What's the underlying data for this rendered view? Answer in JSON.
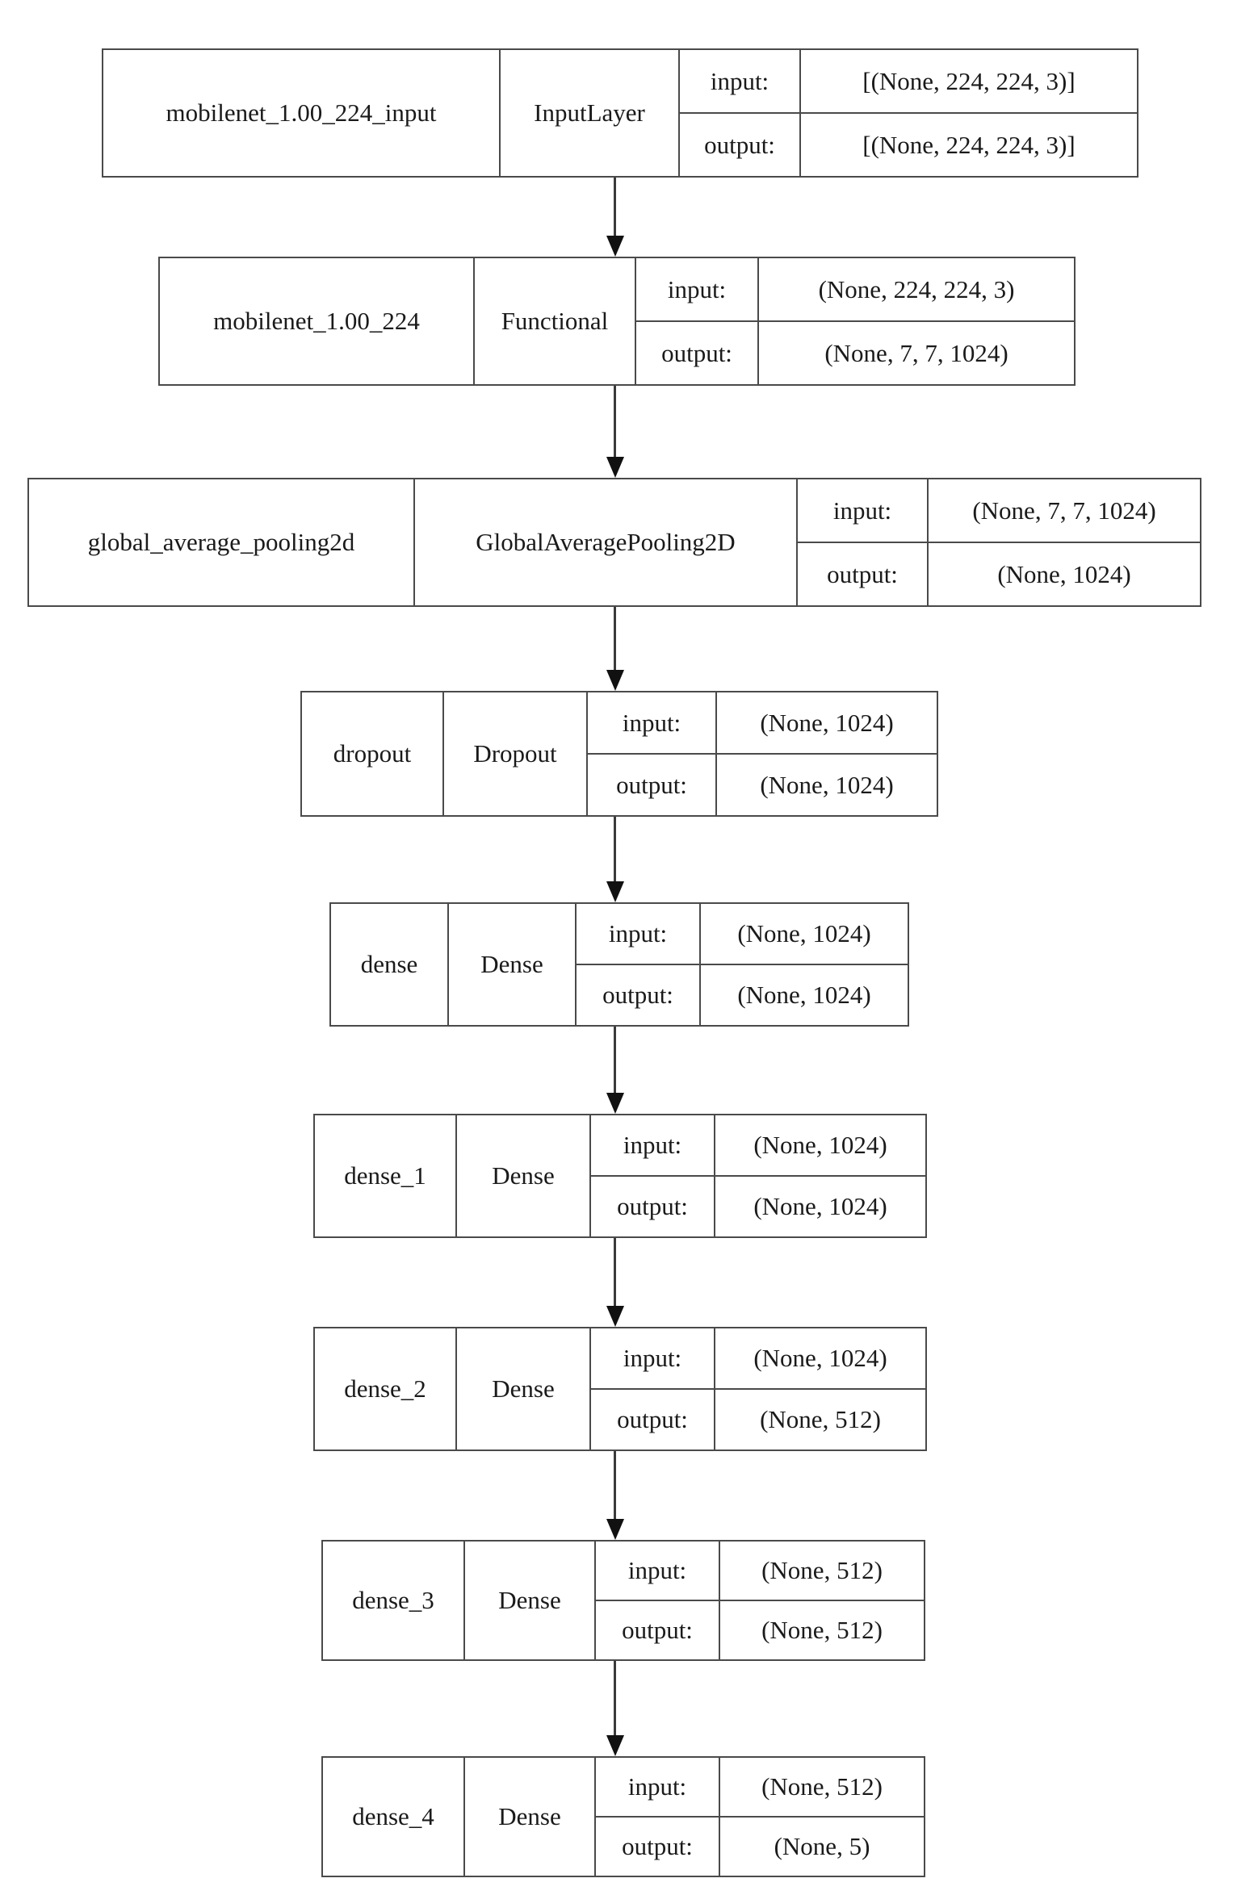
{
  "diagram": {
    "kind": "keras-model-plot",
    "title": "",
    "io_labels": {
      "input": "input:",
      "output": "output:"
    },
    "colors": {
      "border": "#4a4a4a",
      "edge": "#3a3a3a",
      "background": "#ffffff",
      "text": "#1a1a1a"
    },
    "nodes": [
      {
        "id": "mobilenet_1.00_224_input",
        "name": "mobilenet_1.00_224_input",
        "type": "InputLayer",
        "input_shape": "[(None, 224, 224, 3)]",
        "output_shape": "[(None, 224, 224, 3)]"
      },
      {
        "id": "mobilenet_1.00_224",
        "name": "mobilenet_1.00_224",
        "type": "Functional",
        "input_shape": "(None, 224, 224, 3)",
        "output_shape": "(None, 7, 7, 1024)"
      },
      {
        "id": "global_average_pooling2d",
        "name": "global_average_pooling2d",
        "type": "GlobalAveragePooling2D",
        "input_shape": "(None, 7, 7, 1024)",
        "output_shape": "(None, 1024)"
      },
      {
        "id": "dropout",
        "name": "dropout",
        "type": "Dropout",
        "input_shape": "(None, 1024)",
        "output_shape": "(None, 1024)"
      },
      {
        "id": "dense",
        "name": "dense",
        "type": "Dense",
        "input_shape": "(None, 1024)",
        "output_shape": "(None, 1024)"
      },
      {
        "id": "dense_1",
        "name": "dense_1",
        "type": "Dense",
        "input_shape": "(None, 1024)",
        "output_shape": "(None, 1024)"
      },
      {
        "id": "dense_2",
        "name": "dense_2",
        "type": "Dense",
        "input_shape": "(None, 1024)",
        "output_shape": "(None, 512)"
      },
      {
        "id": "dense_3",
        "name": "dense_3",
        "type": "Dense",
        "input_shape": "(None, 512)",
        "output_shape": "(None, 512)"
      },
      {
        "id": "dense_4",
        "name": "dense_4",
        "type": "Dense",
        "input_shape": "(None, 512)",
        "output_shape": "(None, 5)"
      }
    ],
    "edges": [
      {
        "from": "mobilenet_1.00_224_input",
        "to": "mobilenet_1.00_224"
      },
      {
        "from": "mobilenet_1.00_224",
        "to": "global_average_pooling2d"
      },
      {
        "from": "global_average_pooling2d",
        "to": "dropout"
      },
      {
        "from": "dropout",
        "to": "dense"
      },
      {
        "from": "dense",
        "to": "dense_1"
      },
      {
        "from": "dense_1",
        "to": "dense_2"
      },
      {
        "from": "dense_2",
        "to": "dense_3"
      },
      {
        "from": "dense_3",
        "to": "dense_4"
      }
    ]
  }
}
